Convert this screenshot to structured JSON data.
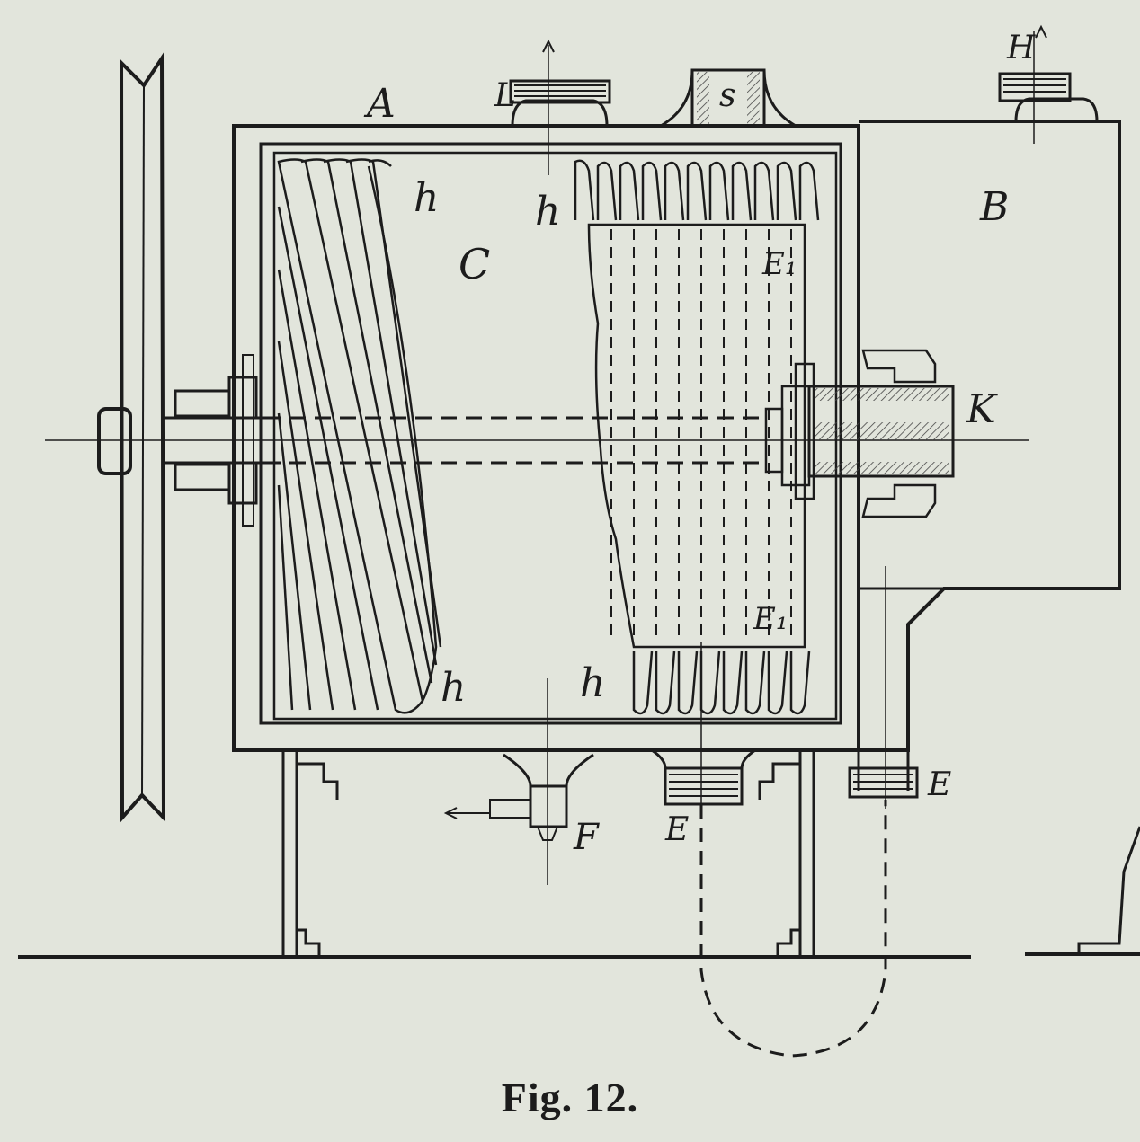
{
  "figure": {
    "caption": "Fig. 12.",
    "labels": {
      "A": "A",
      "B": "B",
      "C": "C",
      "F": "F",
      "K": "K",
      "h_top_left": "h",
      "h_top_mid": "h",
      "h_bottom_left": "h",
      "h_bottom_mid": "h",
      "E1_top": "E₁",
      "E1_bottom": "E₁",
      "L": "L",
      "s": "s",
      "H": "H",
      "E_bottom": "E",
      "E_right": "E"
    },
    "colors": {
      "ink": "#1c1c1c",
      "paper": "#e2e5dc",
      "hatch": "#555555"
    }
  }
}
